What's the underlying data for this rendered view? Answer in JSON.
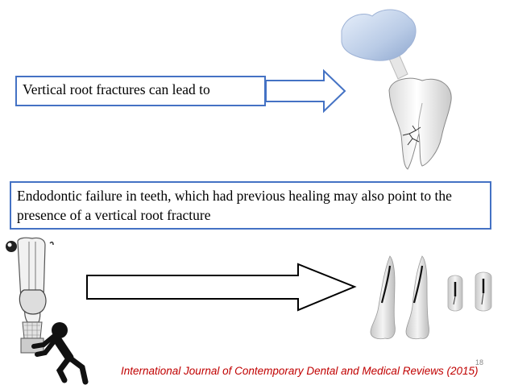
{
  "slide": {
    "statement_1": "Vertical root fractures can lead to",
    "statement_2": "Endodontic failure in teeth, which had previous healing may also point to the presence of a vertical root fracture",
    "citation": "International Journal of Contemporary Dental and Medical Reviews (2015)",
    "page_number": "18"
  },
  "colors": {
    "box_border": "#4472c4",
    "citation": "#c00000"
  },
  "icons": {
    "tooth_crown": "tooth-crown-icon",
    "fractured_tooth": "fractured-tooth-icon",
    "dental_forceps": "dental-forceps-icon",
    "pushing_figure": "pushing-figure-icon",
    "extracted_teeth": "extracted-teeth-icon"
  }
}
